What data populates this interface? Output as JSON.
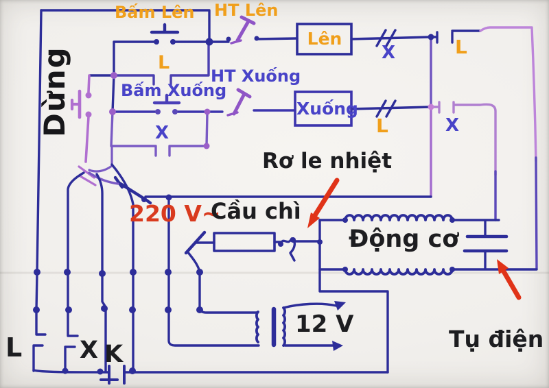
{
  "diagram": {
    "labels": {
      "stop": "Dừng",
      "press_up": "Bấm Lên",
      "limit_up": "HT Lên",
      "up_box": "Lên",
      "seal_up_contact": "L",
      "press_down": "Bấm Xuống",
      "limit_down": "HT Xuống",
      "down_box": "Xuống",
      "seal_down_contact": "X",
      "interlock_x": "X",
      "select_l": "L",
      "interlock_l": "L",
      "select_x": "X",
      "thermal_relay": "Rơ le nhiệt",
      "voltage": "220 V~",
      "fuse": "Cầu chì",
      "motor": "Động cơ",
      "capacitor": "Tụ điện",
      "transformer_secondary": "12 V",
      "relay_contact_l": "L",
      "relay_contact_x": "X",
      "relay_contact_k": "K"
    },
    "colors": {
      "ink_blue": "#2d2d99",
      "ink_violet": "#5a48b8",
      "ink_purple": "#9b5fc8",
      "ink_pink": "#c288da",
      "label_orange": "#f09f1b",
      "label_blue": "#4843c8",
      "label_black": "#1d1d20",
      "accent_red": "#e03318",
      "paper": "#f2f0ec"
    }
  }
}
